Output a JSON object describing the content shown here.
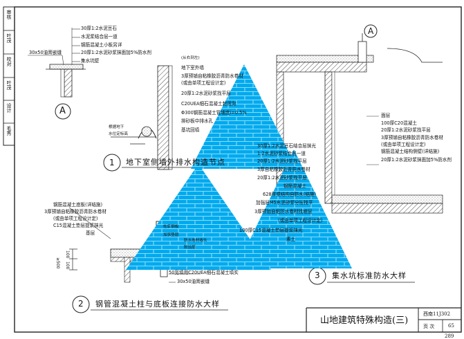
{
  "sidebar": {
    "labels": [
      "审核",
      "叶茂",
      "校对",
      "叶茂",
      "设计",
      "毛秀"
    ]
  },
  "detail_a": {
    "marker": "A",
    "notes": [
      "30厚1:2水泥豆石",
      "水泥浆结合层一道",
      "钢筋混凝土小板另详",
      "20厚1:2水泥砂浆抹面加5%防水剂",
      "集水坑壁"
    ],
    "strip_label": "30x50油膏嵌缝"
  },
  "detail_1": {
    "number": "1",
    "title": "地下室侧墙外排水构造节点",
    "direction": "(从右到左)",
    "notes": [
      "地下室外墙",
      "3厚预铺自粘橡胶沥青防水卷材",
      "(或由单项工程设计定)",
      "20厚1:2水泥砂浆找平层",
      "C20UEA细石混凝土封闭沟",
      "Φ300钢筋混凝土管坡度i=0.5%",
      "排砂板中排水孔",
      "基坑回填"
    ],
    "side_labels": [
      "根据地下",
      "水位定标高"
    ]
  },
  "detail_2": {
    "number": "2",
    "title": "钢管混凝土柱与底板连接防水大样",
    "notes": [
      "钢筋混凝土底板(详结施)",
      "3厚预铺自粘橡胶沥青防水卷材",
      "(或由单项工程设计定)",
      "C15混凝土垫层提浆抹光",
      "基层"
    ],
    "inner_notes": [
      "柱底钢板",
      "加强垫层",
      "防水卷材收头",
      "附加层"
    ],
    "dims": [
      "≥500",
      "100",
      "100"
    ],
    "bottom_notes": [
      "50宽填用C20UEA细石混凝土填实",
      "30x50油膏嵌缝"
    ]
  },
  "detail_3": {
    "number": "3",
    "title": "集水坑标准防水大样",
    "marker": "A",
    "right_notes": [
      "面层",
      "100厚C20混凝土",
      "20厚1:2水泥砂浆找平层",
      "3厚预铺自粘橡胶沥青防水卷材",
      "(或由单项工程设计定)",
      "钢筋混凝土结构侧壁(详结施)",
      "20厚1:2水泥砂浆抹面加5%防水剂"
    ],
    "left_notes": [
      "30厚1:2水泥豆石结合层抹光",
      "1:2水泥砂浆结合层一道",
      "20厚1:2水泥砂浆找平层",
      "3厚自粘橡胶沥青防水卷材",
      "20厚1:2水泥砂浆找平层",
      "钢筋混凝土",
      "628厚或结构自防水(结施)",
      "加强层M5水泥砂浆分层找平",
      "3厚预铺自粘防水卷材找坡层",
      "(或由单项工程设计定)",
      "100厚C15混凝土垫层提浆抹光",
      "素土"
    ]
  },
  "title_block": {
    "title": "山地建筑特殊构造(三)",
    "atlas_label": "西南11J302",
    "page_label": "页 次",
    "page_no": "65"
  },
  "sheet_no": "289",
  "colors": {
    "triangle_fill": "#00aaee",
    "brick_line": "#8cdcfa",
    "ink": "#111111"
  }
}
